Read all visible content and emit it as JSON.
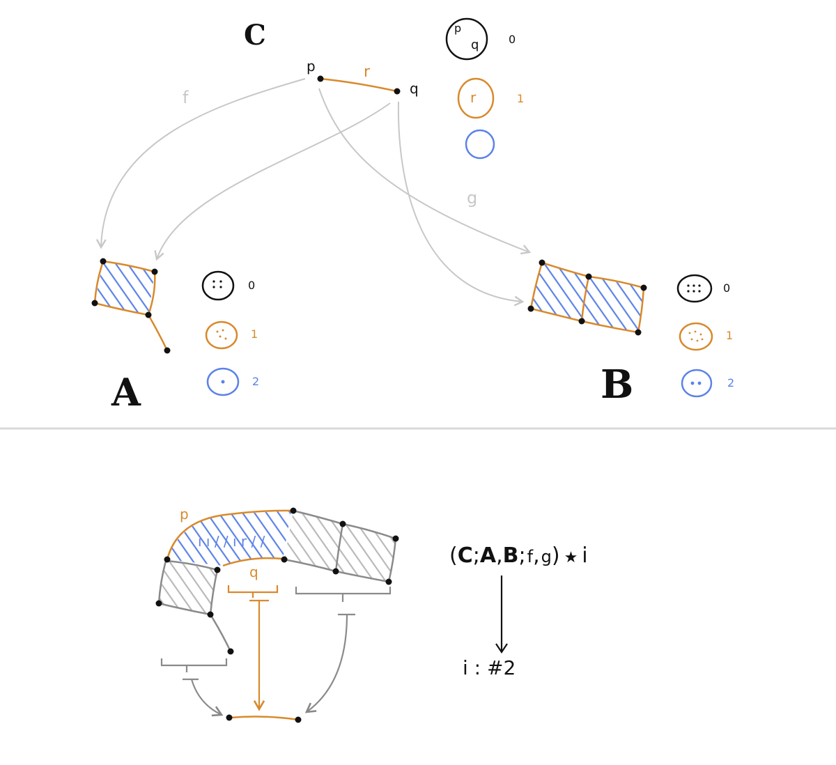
{
  "colors": {
    "black": "#111111",
    "orange": "#d8892b",
    "blue": "#5b82e8",
    "gray_arrow": "#c7c7c7",
    "gray_cell": "#8a8a8a",
    "hatch_gray": "#b9b9b9",
    "divider": "#d9d9d9"
  },
  "top": {
    "space_c": {
      "label": "C",
      "point_p": "p",
      "point_q": "q",
      "edge_r": "r"
    },
    "space_a": {
      "label": "A"
    },
    "space_b": {
      "label": "B"
    },
    "map_f": "f",
    "map_g": "g",
    "legend_c": [
      {
        "glyph": "p q",
        "dim": "0",
        "color": "black"
      },
      {
        "glyph": "r",
        "dim": "1",
        "color": "orange"
      },
      {
        "glyph": "",
        "dim": "",
        "color": "blue"
      }
    ],
    "legend_a": [
      {
        "dim": "0",
        "color": "black"
      },
      {
        "dim": "1",
        "color": "orange"
      },
      {
        "dim": "2",
        "color": "blue"
      }
    ],
    "legend_b": [
      {
        "dim": "0",
        "color": "black"
      },
      {
        "dim": "1",
        "color": "orange"
      },
      {
        "dim": "2",
        "color": "blue"
      }
    ]
  },
  "bottom": {
    "label_p": "p",
    "label_q": "q",
    "label_r": "r",
    "formula": {
      "open": "(",
      "c": "C",
      "sep1": ";",
      "a": "A",
      "comma1": ",",
      "b": "B",
      "sep2": ";",
      "f": "f",
      "comma2": ",",
      "g": "g",
      "close": ")",
      "star": "★",
      "i": "i"
    },
    "result": "i : #2"
  }
}
